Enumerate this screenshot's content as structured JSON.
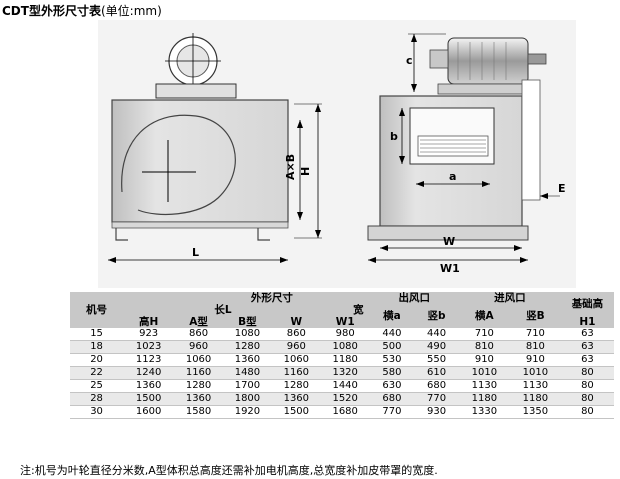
{
  "title": {
    "main": "CDT型外形尺寸表",
    "unit": "(单位:mm)"
  },
  "drawing": {
    "labels": {
      "c": "c",
      "b": "b",
      "a": "a",
      "axb": "A×B",
      "h": "H",
      "l": "L",
      "e": "E",
      "w": "W",
      "w1": "W1"
    }
  },
  "table": {
    "headers": {
      "model": "机号",
      "outer": "外形尺寸",
      "height": "高H",
      "length": "长L",
      "width": "宽",
      "a_type": "A型",
      "b_type": "B型",
      "w": "W",
      "w1": "W1",
      "outlet": "出风口",
      "outlet_a": "横a",
      "outlet_b": "竖b",
      "inlet": "进风口",
      "inlet_a": "横A",
      "inlet_b": "竖B",
      "base": "基础高",
      "base_h1": "H1"
    },
    "rows": [
      [
        "15",
        "923",
        "860",
        "1080",
        "860",
        "980",
        "440",
        "440",
        "710",
        "710",
        "63"
      ],
      [
        "18",
        "1023",
        "960",
        "1280",
        "960",
        "1080",
        "500",
        "490",
        "810",
        "810",
        "63"
      ],
      [
        "20",
        "1123",
        "1060",
        "1360",
        "1060",
        "1180",
        "530",
        "550",
        "910",
        "910",
        "63"
      ],
      [
        "22",
        "1240",
        "1160",
        "1480",
        "1160",
        "1320",
        "580",
        "610",
        "1010",
        "1010",
        "80"
      ],
      [
        "25",
        "1360",
        "1280",
        "1700",
        "1280",
        "1440",
        "630",
        "680",
        "1130",
        "1130",
        "80"
      ],
      [
        "28",
        "1500",
        "1360",
        "1800",
        "1360",
        "1520",
        "680",
        "770",
        "1180",
        "1180",
        "80"
      ],
      [
        "30",
        "1600",
        "1580",
        "1920",
        "1500",
        "1680",
        "770",
        "930",
        "1330",
        "1350",
        "80"
      ]
    ]
  },
  "note": "注:机号为叶轮直径分米数,A型体积总高度还需补加电机高度,总宽度补加皮带罩的宽度."
}
